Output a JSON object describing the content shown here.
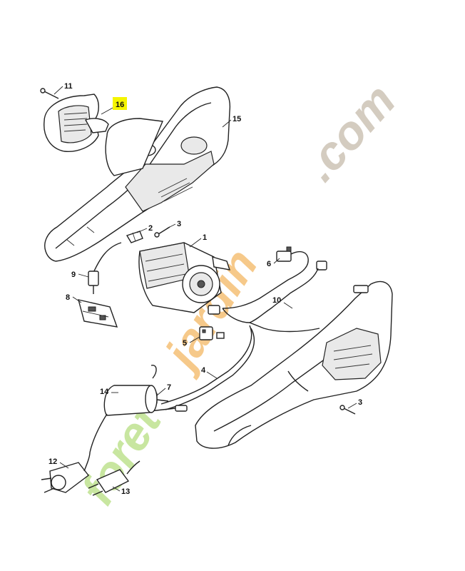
{
  "callouts": {
    "c1": "1",
    "c2": "2",
    "c3a": "3",
    "c3b": "3",
    "c4": "4",
    "c5": "5",
    "c6": "6",
    "c7": "7",
    "c8": "8",
    "c9": "9",
    "c10": "10",
    "c11": "11",
    "c12": "12",
    "c13": "13",
    "c14": "14",
    "c15": "15",
    "c16": "16"
  },
  "highlight_color": "#f5f500",
  "watermark": {
    "green_part": "foret",
    "orange_part": "jardin",
    "grey_part": ".com",
    "colors": {
      "green": "#c8e6a0",
      "orange": "#f6c98a",
      "grey": "#d4ccc0"
    }
  }
}
